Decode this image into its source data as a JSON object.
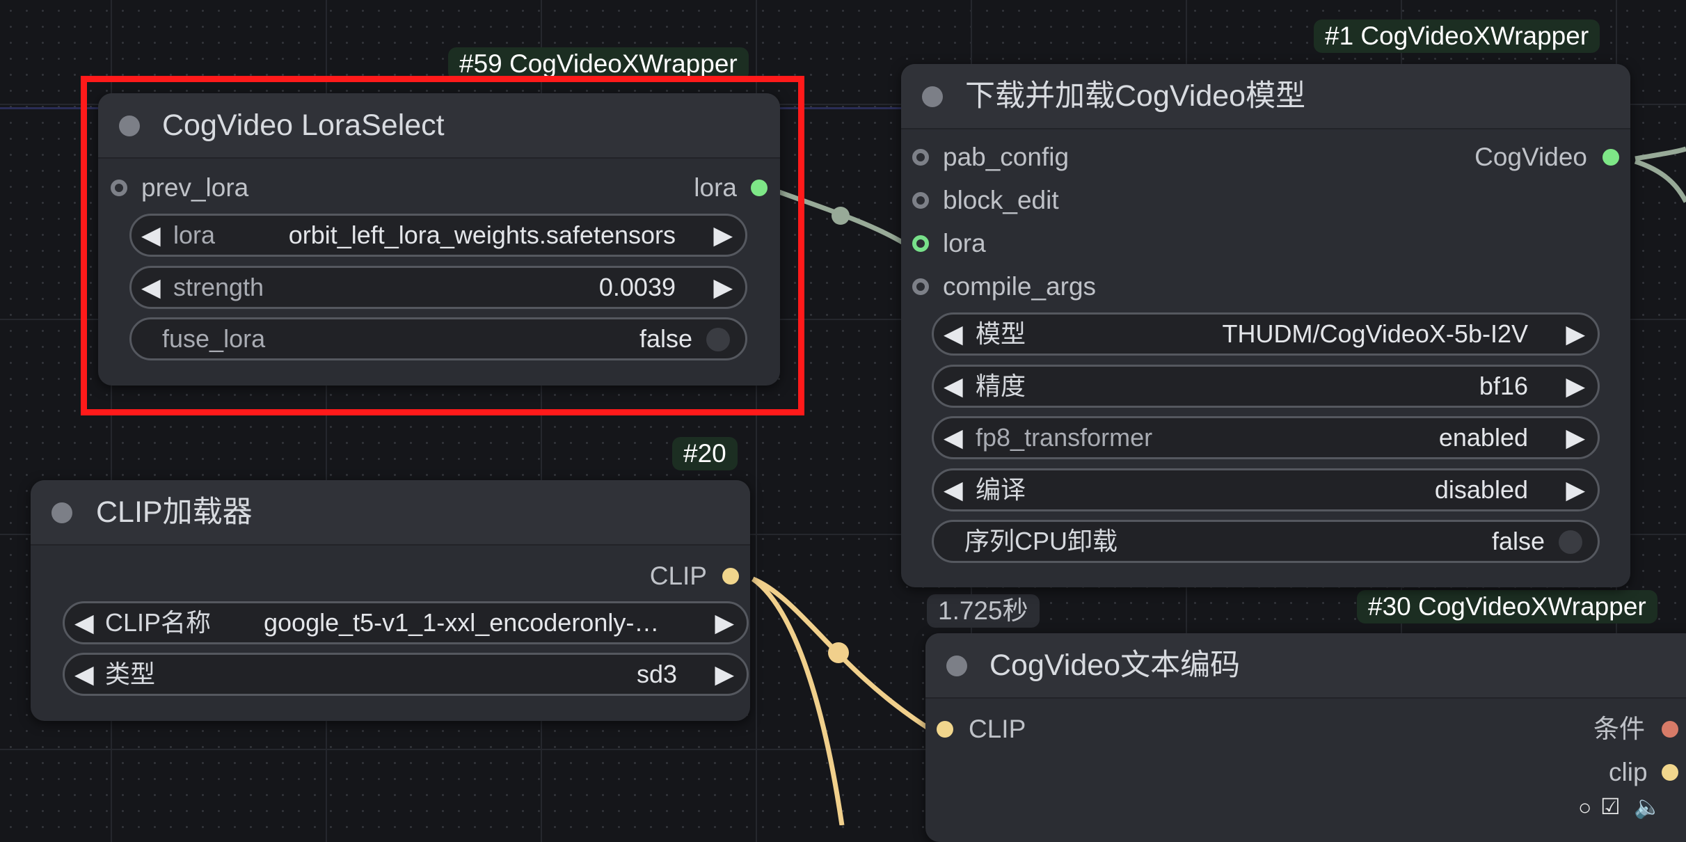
{
  "badges": {
    "node59": "#59 CogVideoXWrapper",
    "node1": "#1 CogVideoXWrapper",
    "node20": "#20",
    "node30": "#30 CogVideoXWrapper",
    "timing": "1.725秒"
  },
  "lora_select": {
    "title": "CogVideo LoraSelect",
    "input_prev_lora": "prev_lora",
    "output_lora": "lora",
    "widgets": [
      {
        "label": "lora",
        "value": "orbit_left_lora_weights.safetensors"
      },
      {
        "label": "strength",
        "value": "0.0039"
      },
      {
        "label": "fuse_lora",
        "value": "false"
      }
    ]
  },
  "download_model": {
    "title": "下载并加载CogVideo模型",
    "inputs": [
      "pab_config",
      "block_edit",
      "lora",
      "compile_args"
    ],
    "output": "CogVideo",
    "widgets": [
      {
        "label": "模型",
        "value": "THUDM/CogVideoX-5b-I2V"
      },
      {
        "label": "精度",
        "value": "bf16"
      },
      {
        "label": "fp8_transformer",
        "value": "enabled"
      },
      {
        "label": "编译",
        "value": "disabled"
      },
      {
        "label": "序列CPU卸载",
        "value": "false"
      }
    ]
  },
  "clip_loader": {
    "title": "CLIP加载器",
    "output": "CLIP",
    "widgets": [
      {
        "label": "CLIP名称",
        "value": "google_t5-v1_1-xxl_encoderonly-…"
      },
      {
        "label": "类型",
        "value": "sd3"
      }
    ]
  },
  "text_encode": {
    "title": "CogVideo文本编码",
    "input_clip": "CLIP",
    "outputs": [
      "条件",
      "clip"
    ]
  },
  "colors": {
    "lora_wire": "#98aa98",
    "clip_wire": "#f1d08c",
    "highlight": "#ff1a1a",
    "badge_bg": "#1c2e22"
  }
}
